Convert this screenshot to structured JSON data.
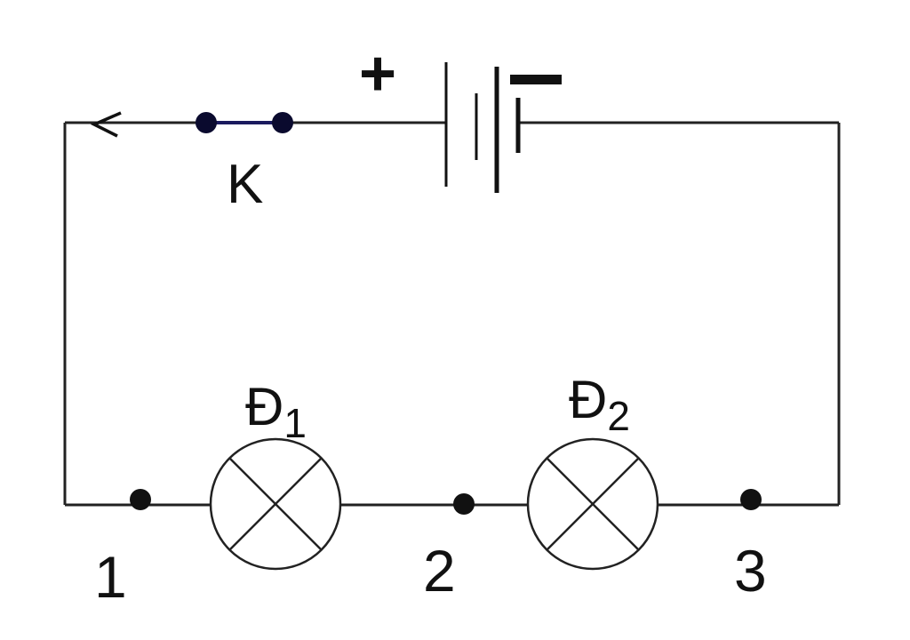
{
  "diagram": {
    "type": "series circuit",
    "switch": {
      "label": "K",
      "color": "#1a1a5e"
    },
    "battery": {
      "plus_label": "+",
      "minus_label": "−"
    },
    "lamps": [
      {
        "label": "Đ",
        "sub": "1"
      },
      {
        "label": "Đ",
        "sub": "2"
      }
    ],
    "points": [
      {
        "label": "1"
      },
      {
        "label": "2"
      },
      {
        "label": "3"
      }
    ],
    "current_arrow": "left"
  }
}
